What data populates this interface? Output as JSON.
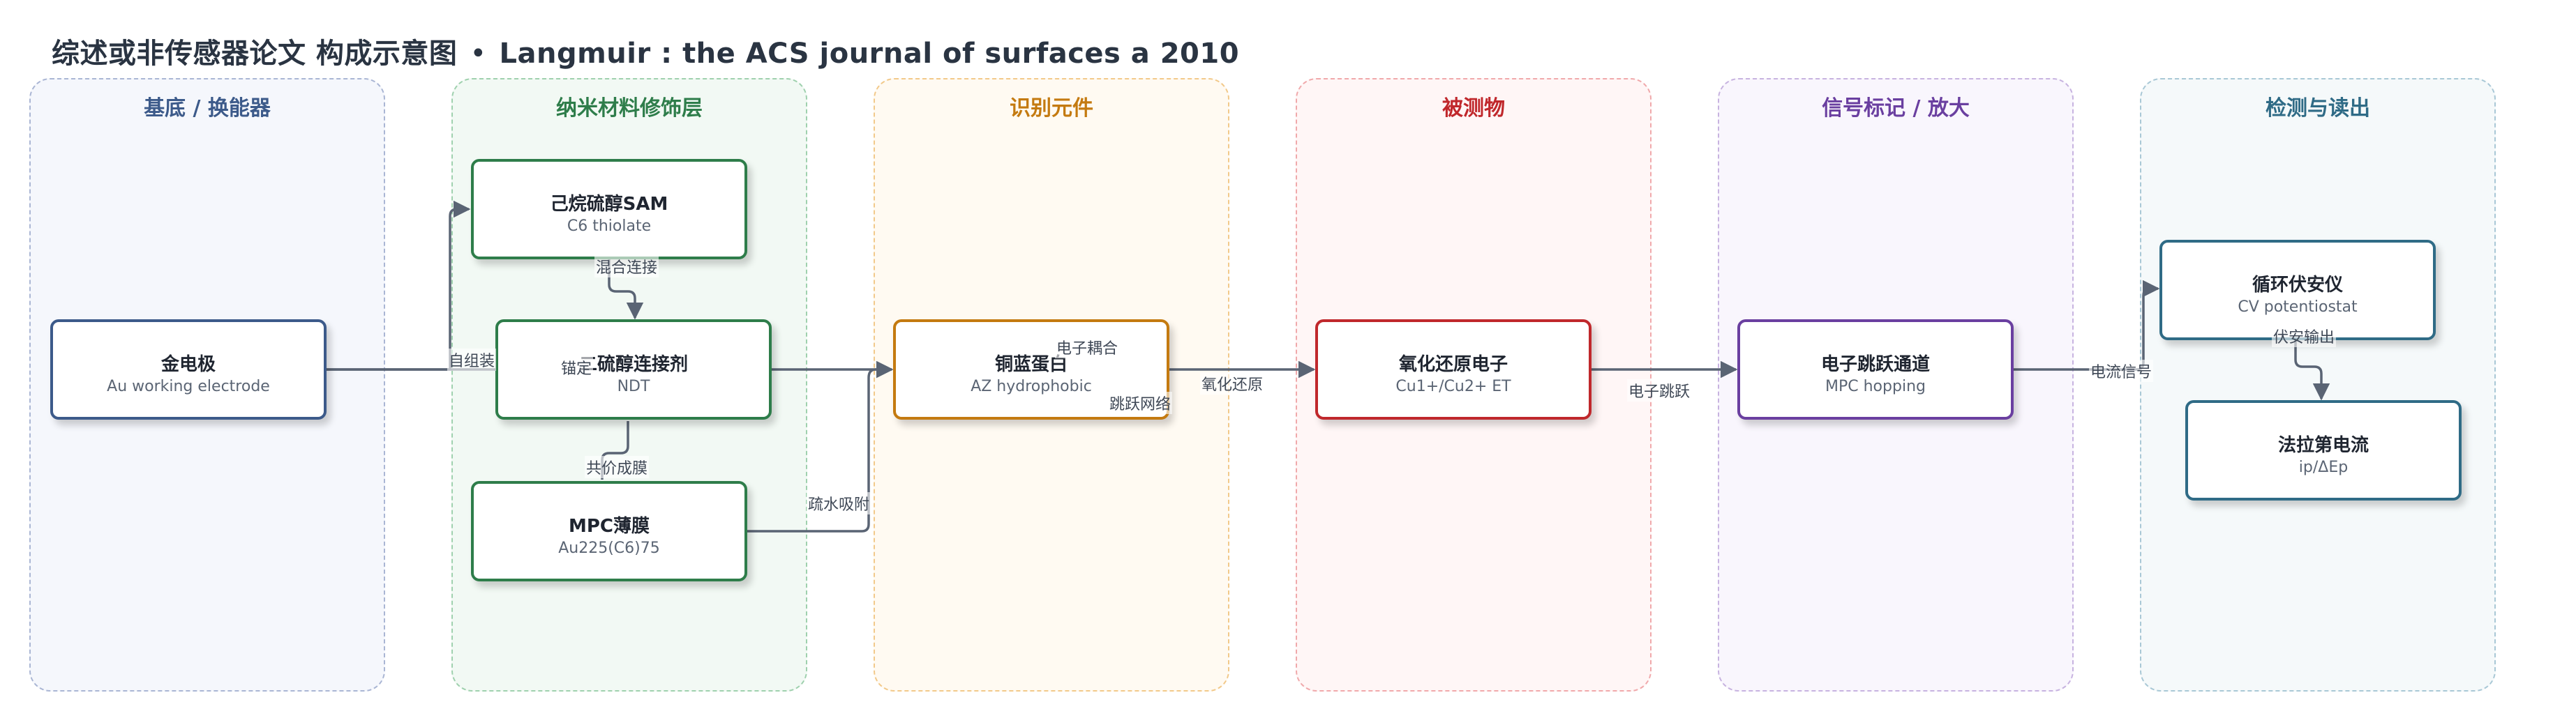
{
  "title": {
    "main": "综述或非传感器论文 构成示意图",
    "separator": "•",
    "journal": "Langmuir : the ACS journal of surfaces a 2010"
  },
  "lanes": [
    {
      "id": "substrate",
      "label": "基底 / 换能器",
      "color": "#3c5a8a",
      "border": "#aab6d4",
      "fill": "#f5f7fc"
    },
    {
      "id": "nano",
      "label": "纳米材料修饰层",
      "color": "#2e7d4a",
      "border": "#9fd1ae",
      "fill": "#f2f9f4"
    },
    {
      "id": "recog",
      "label": "识别元件",
      "color": "#c47a10",
      "border": "#f2c98a",
      "fill": "#fffaf2"
    },
    {
      "id": "analyte",
      "label": "被测物",
      "color": "#c0282c",
      "border": "#f0a9ab",
      "fill": "#fff6f6"
    },
    {
      "id": "signal",
      "label": "信号标记 / 放大",
      "color": "#6a3fa0",
      "border": "#c7b3e0",
      "fill": "#f9f6fd"
    },
    {
      "id": "detect",
      "label": "检测与读出",
      "color": "#2f6b86",
      "border": "#a9c8d6",
      "fill": "#f5f9fa"
    }
  ],
  "nodes": [
    {
      "id": "au",
      "title": "金电极",
      "subtitle": "Au working electrode",
      "color": "#3c5a8a"
    },
    {
      "id": "sam",
      "title": "己烷硫醇SAM",
      "subtitle": "C6 thiolate",
      "color": "#2e7d4a"
    },
    {
      "id": "ndt",
      "title": "二硫醇连接剂",
      "subtitle": "NDT",
      "color": "#2e7d4a"
    },
    {
      "id": "mpc",
      "title": "MPC薄膜",
      "subtitle": "Au225(C6)75",
      "color": "#2e7d4a"
    },
    {
      "id": "azurin",
      "title": "铜蓝蛋白",
      "subtitle": "AZ hydrophobic",
      "color": "#c47a10"
    },
    {
      "id": "redox",
      "title": "氧化还原电子",
      "subtitle": "Cu1+/Cu2+ ET",
      "color": "#c0282c"
    },
    {
      "id": "hop",
      "title": "电子跳跃通道",
      "subtitle": "MPC hopping",
      "color": "#6a3fa0"
    },
    {
      "id": "cv",
      "title": "循环伏安仪",
      "subtitle": "CV potentiostat",
      "color": "#2f6b86"
    },
    {
      "id": "faraday",
      "title": "法拉第电流",
      "subtitle": "ip/ΔEp",
      "color": "#2f6b86"
    }
  ],
  "edge_labels": {
    "self_assembly": "自组装",
    "mixed_link": "混合连接",
    "anchor": "锚定",
    "covalent_film": "共价成膜",
    "hydrophobic_adsorption": "疏水吸附",
    "electron_coupling": "电子耦合",
    "hopping_network": "跳跃网络",
    "redox": "氧化还原",
    "electron_hopping": "电子跳跃",
    "current_signal": "电流信号",
    "voltammetry_output": "伏安输出"
  },
  "edge_color": "#5a6474"
}
